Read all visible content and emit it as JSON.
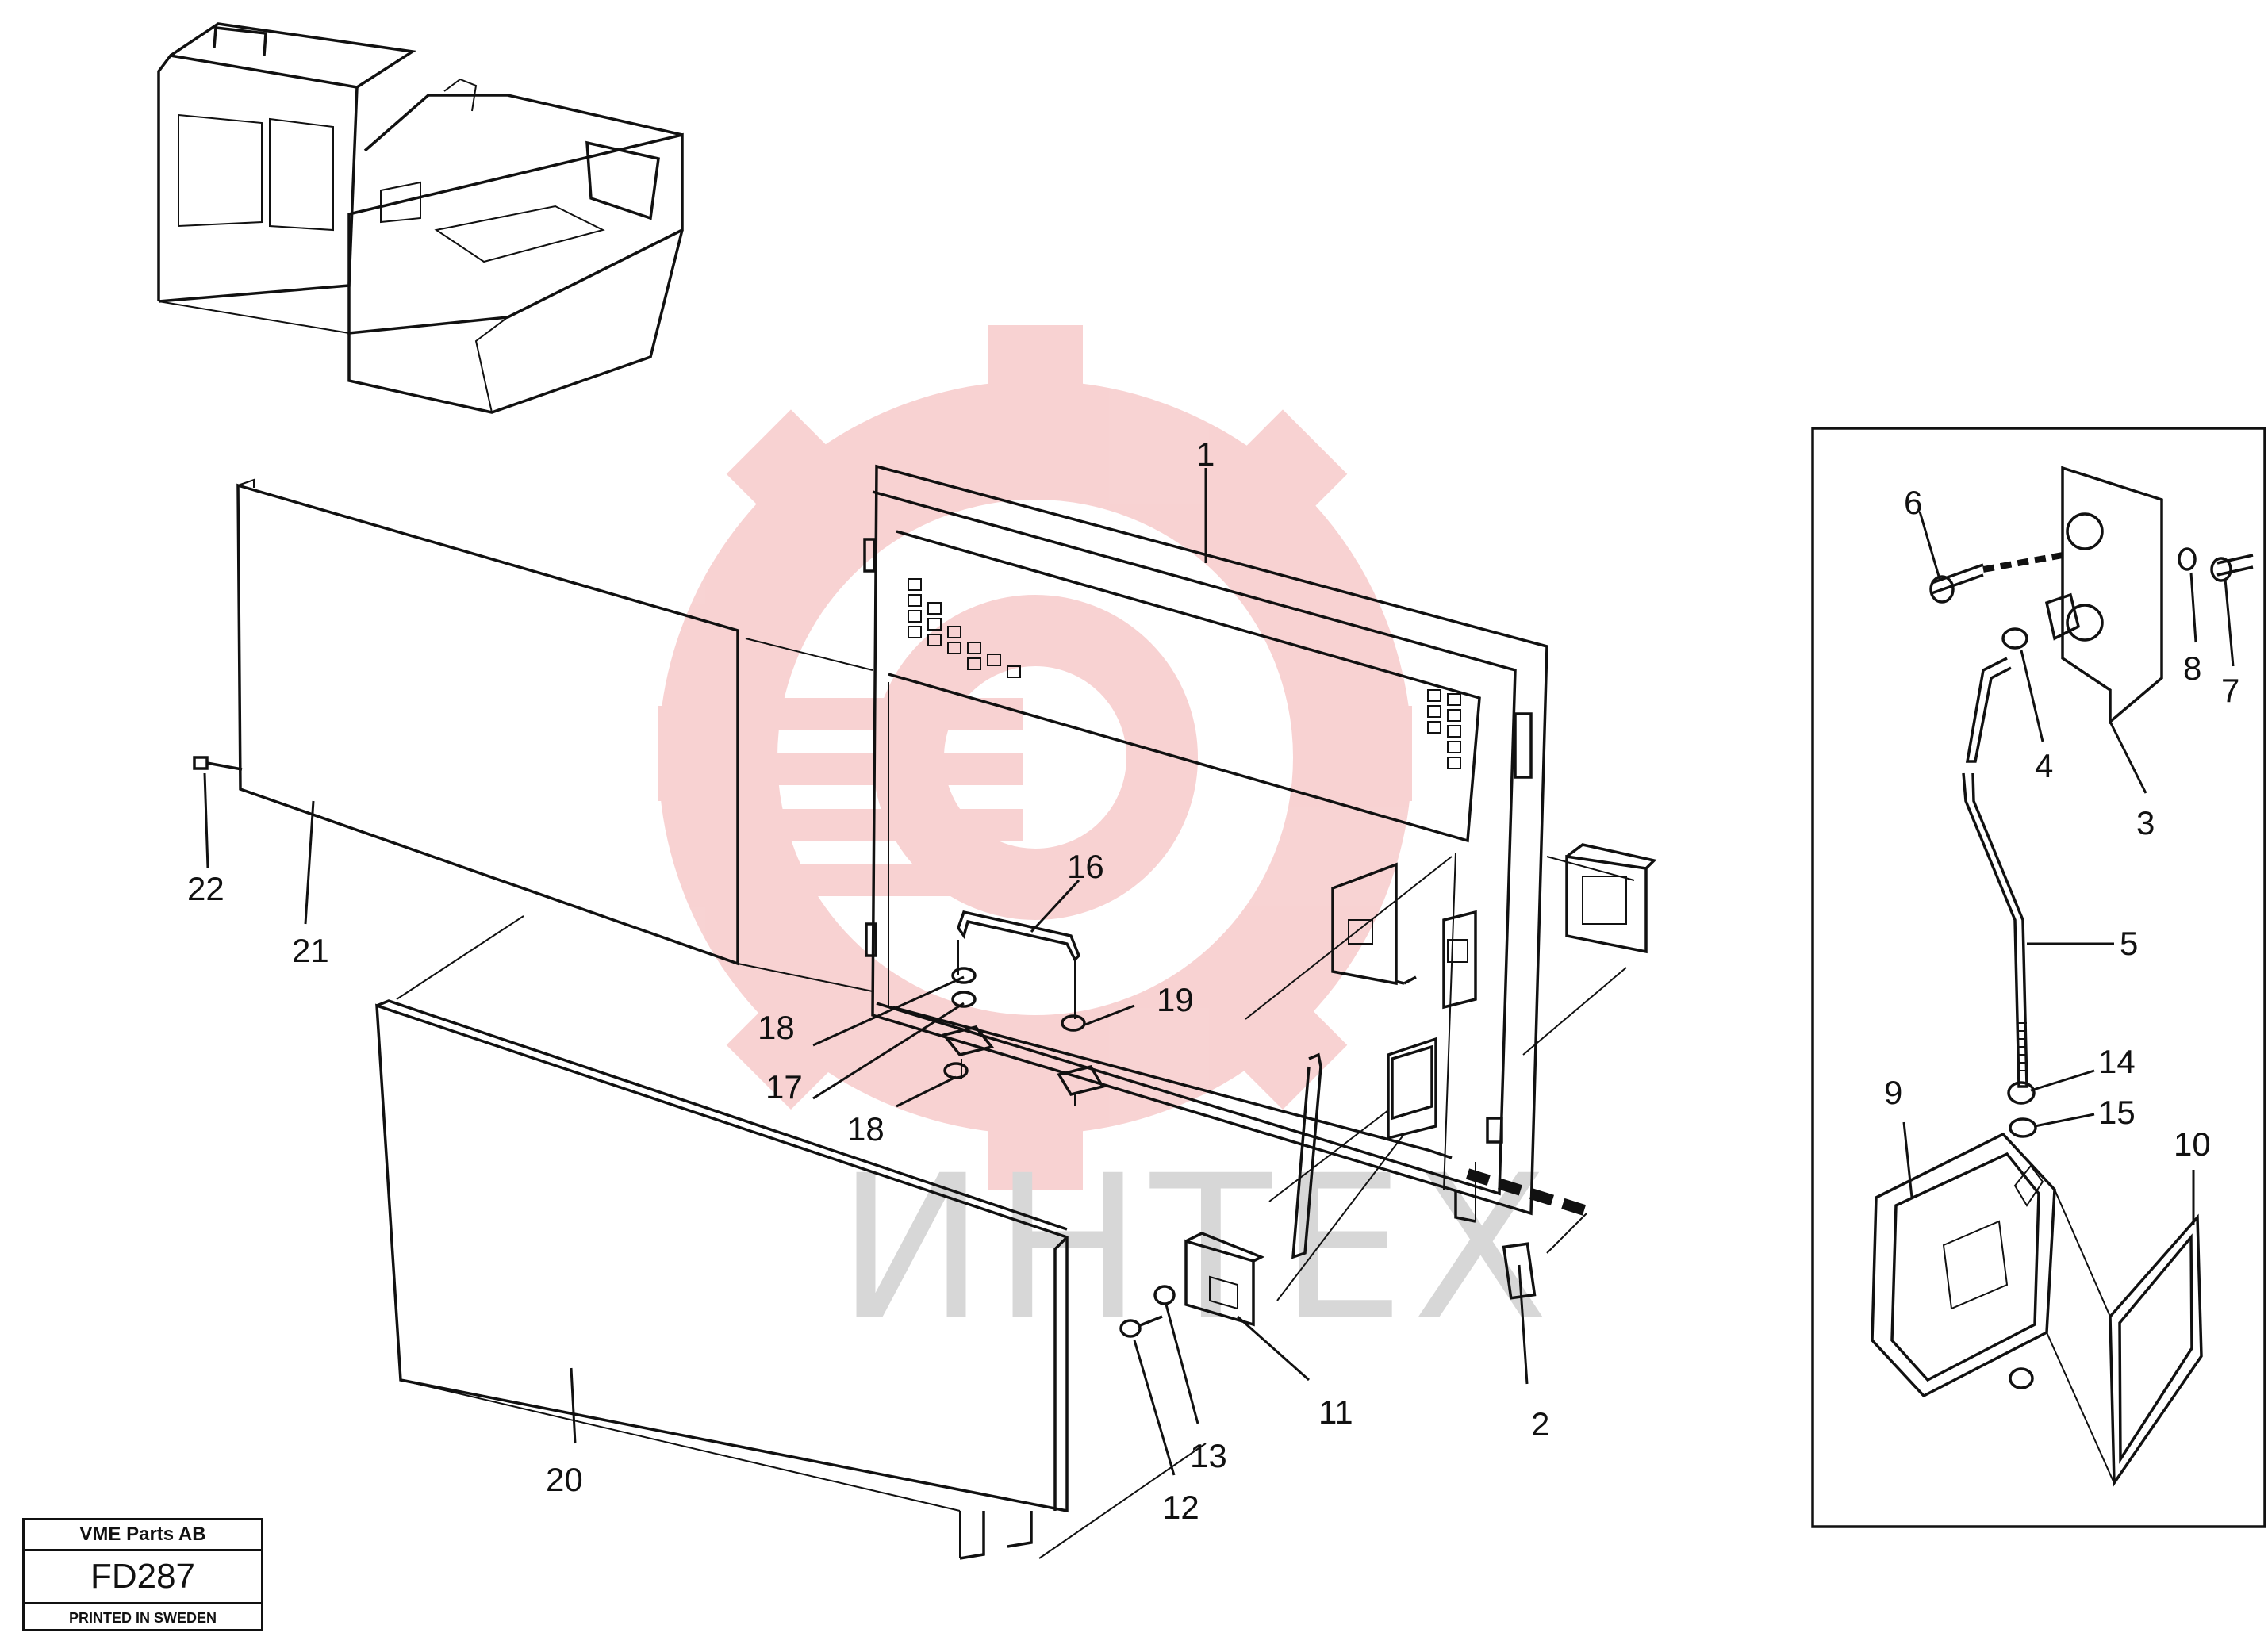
{
  "watermark": {
    "text": "ИНТЕХ",
    "accent_color": "#f4b6b6"
  },
  "title_block": {
    "company": "VME Parts AB",
    "drawing_number": "FD287",
    "printed": "PRINTED IN SWEDEN"
  },
  "part_labels": {
    "p1": "1",
    "p2": "2",
    "p3": "3",
    "p4": "4",
    "p5": "5",
    "p6": "6",
    "p7": "7",
    "p8": "8",
    "p9": "9",
    "p10": "10",
    "p11": "11",
    "p12": "12",
    "p13": "13",
    "p14": "14",
    "p15": "15",
    "p16": "16",
    "p17": "17",
    "p18a": "18",
    "p18b": "18",
    "p19": "19",
    "p20": "20",
    "p21": "21",
    "p22": "22"
  }
}
